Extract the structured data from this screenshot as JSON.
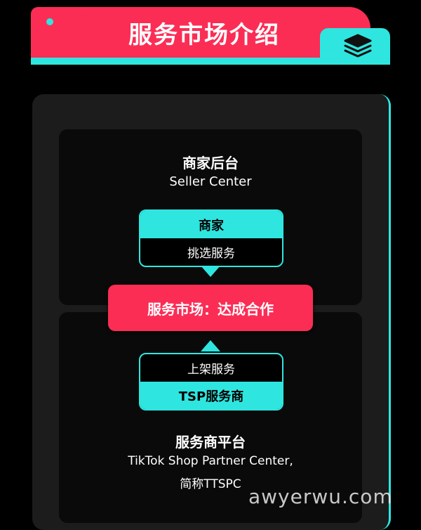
{
  "header": {
    "title": "服务市场介绍",
    "icon": "layers-icon"
  },
  "seller": {
    "title": "商家后台",
    "subtitle": "Seller Center"
  },
  "merchant_box": {
    "top_label": "商家",
    "bottom_label": "挑选服务"
  },
  "market_box": {
    "label": "服务市场：达成合作"
  },
  "provider_box": {
    "top_label": "上架服务",
    "bottom_label": "TSP服务商"
  },
  "partner": {
    "title": "服务商平台",
    "line1": "TikTok Shop Partner Center,",
    "line2": "简称TTSPC"
  },
  "watermark": "awyerwu.com",
  "colors": {
    "accent_pink": "#fb2d55",
    "accent_cyan": "#2ee6df",
    "background": "#000000",
    "panel": "#1c1c1c"
  }
}
